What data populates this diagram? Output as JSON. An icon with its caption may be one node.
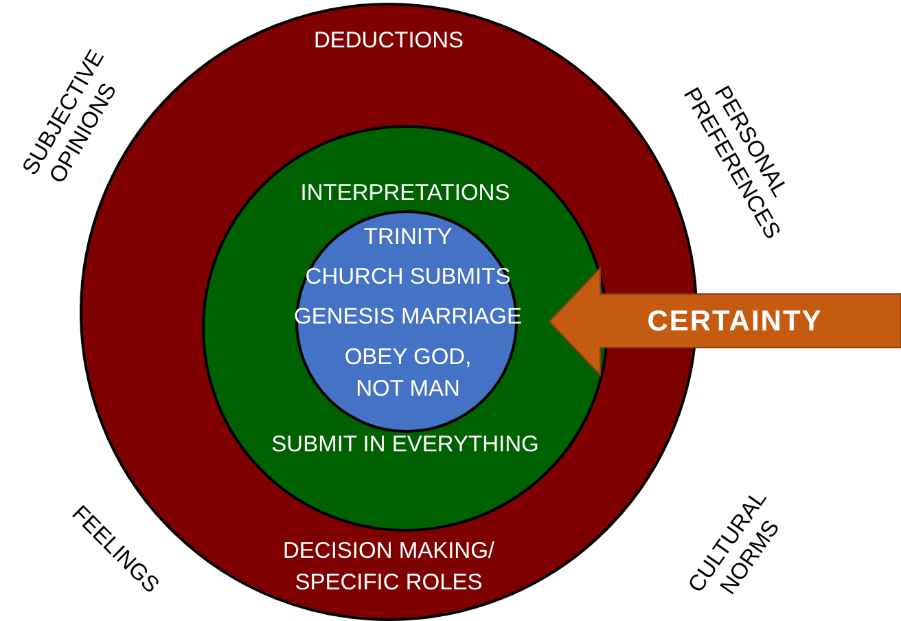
{
  "diagram": {
    "nodes": [
      {
        "text": [
          "DEDUCTIONS",
          "DECISION MAKING/ SPECIFIC ROLES"
        ]
      },
      {
        "text": [
          "INTERPRETATIONS",
          "SUBMIT IN EVERYTHING"
        ],
        "in": 0
      },
      {
        "text": [
          "TRINITY",
          "CHURCH SUBMITS",
          "GENESIS MARRIAGE",
          "OBEY GOD, NOT MAN"
        ],
        "in": 1
      },
      {
        "text": [
          "CERTAINTY"
        ]
      }
    ],
    "labels": [
      "SUBJECTIVE OPINIONS",
      "PERSONAL PREFERENCES",
      "FEELINGS",
      "CULTURAL NORMS"
    ]
  }
}
